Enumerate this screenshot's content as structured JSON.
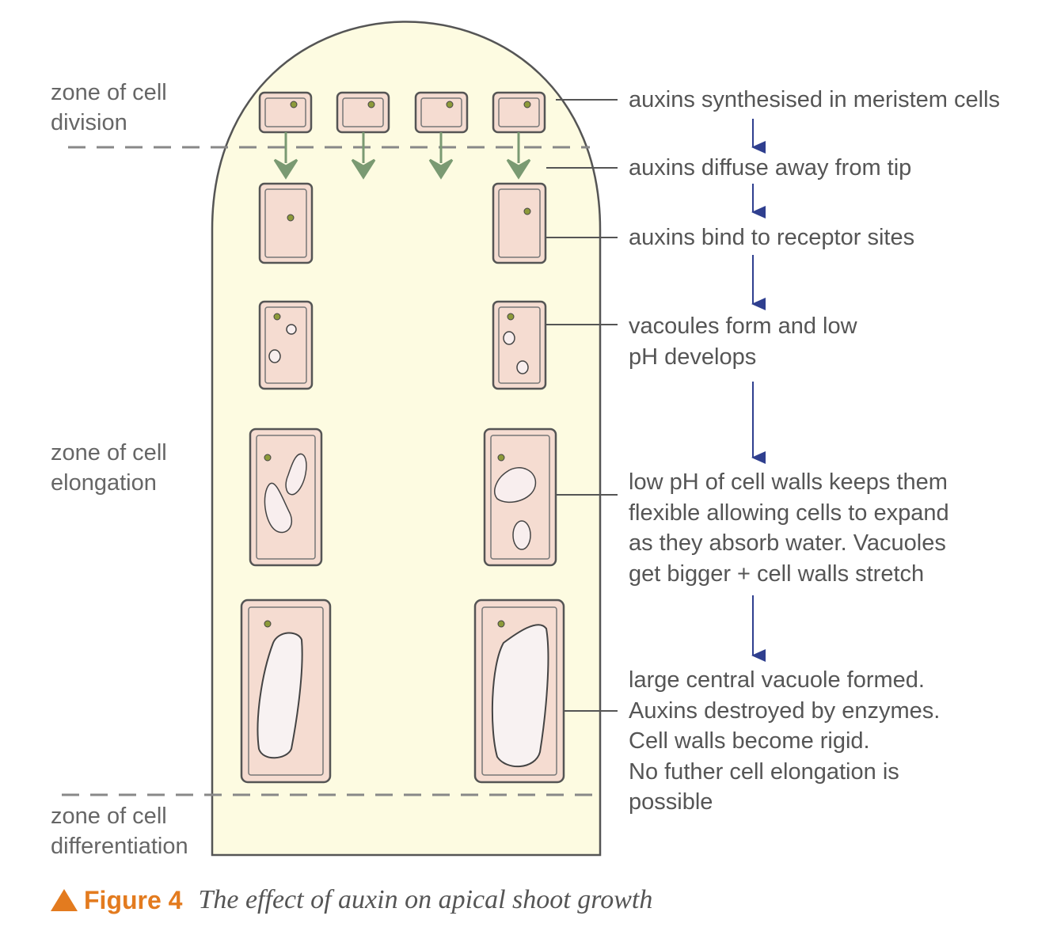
{
  "zones": {
    "division": "zone of cell\ndivision",
    "elongation": "zone of cell\nelongation",
    "differentiation": "zone of cell\ndifferentiation"
  },
  "steps": [
    "auxins synthesised in meristem cells",
    "auxins diffuse away from tip",
    "auxins bind to receptor sites",
    "vacoules form and low\npH develops",
    "low pH of cell walls keeps them\nflexible allowing cells to expand\nas they absorb water. Vacuoles\nget bigger + cell walls stretch",
    "large central vacuole formed.\nAuxins destroyed by enzymes.\nCell walls become rigid.\nNo futher cell elongation is\npossible"
  ],
  "caption": {
    "figure": "Figure 4",
    "title": "The effect of auxin on apical shoot growth"
  },
  "colors": {
    "shoot_fill": "#fdfbe1",
    "cell_fill": "#f5dcd1",
    "nucleus": "#8d9a3a",
    "auxin_arrow": "#7a9a72",
    "flow_arrow": "#2f3f8f",
    "accent": "#e37b1f"
  }
}
